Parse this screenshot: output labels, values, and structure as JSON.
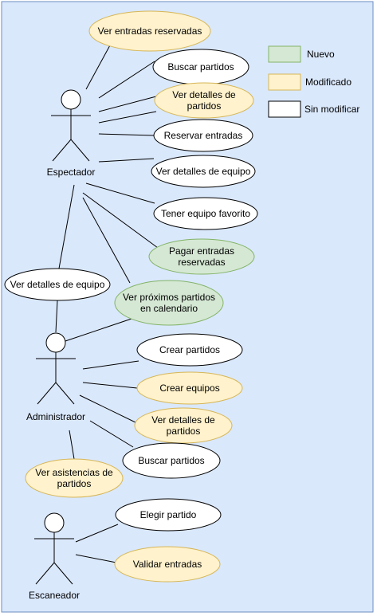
{
  "colors": {
    "background": "#dae8fc",
    "border": "#6c8ebf",
    "new_fill": "#d5e8d4",
    "new_stroke": "#82b366",
    "modified_fill": "#fff2cc",
    "modified_stroke": "#d6b656",
    "unchanged_fill": "#ffffff",
    "unchanged_stroke": "#000000"
  },
  "legend": {
    "new": "Nuevo",
    "modified": "Modificado",
    "unchanged": "Sin modificar"
  },
  "actors": {
    "spectator": "Espectador",
    "admin": "Administrador",
    "scanner": "Escaneador"
  },
  "use_cases": [
    {
      "id": "uc-ver-entradas-reservadas",
      "status": "modified",
      "lines": [
        "Ver entradas reservadas"
      ],
      "actor": "spectator"
    },
    {
      "id": "uc-buscar-partidos-espectador",
      "status": "unchanged",
      "lines": [
        "Buscar partidos"
      ],
      "actor": "spectator"
    },
    {
      "id": "uc-ver-detalles-partidos-espectador",
      "status": "modified",
      "lines": [
        "Ver detalles de",
        "partidos"
      ],
      "actor": "spectator"
    },
    {
      "id": "uc-reservar-entradas",
      "status": "unchanged",
      "lines": [
        "Reservar entradas"
      ],
      "actor": "spectator"
    },
    {
      "id": "uc-ver-detalles-equipo-espectador",
      "status": "unchanged",
      "lines": [
        "Ver detalles de equipo"
      ],
      "actor": "spectator"
    },
    {
      "id": "uc-tener-equipo-favorito",
      "status": "unchanged",
      "lines": [
        "Tener equipo favorito"
      ],
      "actor": "spectator"
    },
    {
      "id": "uc-pagar-entradas-reservadas",
      "status": "new",
      "lines": [
        "Pagar entradas",
        "reservadas"
      ],
      "actor": "spectator"
    },
    {
      "id": "uc-ver-detalles-equipo-shared",
      "status": "unchanged",
      "lines": [
        "Ver detalles de equipo"
      ],
      "actor": "spectator"
    },
    {
      "id": "uc-ver-proximos-partidos",
      "status": "new",
      "lines": [
        "Ver próximos partidos",
        "en calendario"
      ],
      "actor": "spectator"
    },
    {
      "id": "uc-crear-partidos",
      "status": "unchanged",
      "lines": [
        "Crear partidos"
      ],
      "actor": "admin"
    },
    {
      "id": "uc-crear-equipos",
      "status": "modified",
      "lines": [
        "Crear equipos"
      ],
      "actor": "admin"
    },
    {
      "id": "uc-ver-detalles-partidos-admin",
      "status": "modified",
      "lines": [
        "Ver detalles de",
        "partidos"
      ],
      "actor": "admin"
    },
    {
      "id": "uc-buscar-partidos-admin",
      "status": "unchanged",
      "lines": [
        "Buscar partidos"
      ],
      "actor": "admin"
    },
    {
      "id": "uc-ver-asistencias",
      "status": "modified",
      "lines": [
        "Ver asistencias de",
        "partidos"
      ],
      "actor": "admin"
    },
    {
      "id": "uc-elegir-partido",
      "status": "unchanged",
      "lines": [
        "Elegir partido"
      ],
      "actor": "scanner"
    },
    {
      "id": "uc-validar-entradas",
      "status": "modified",
      "lines": [
        "Validar entradas"
      ],
      "actor": "scanner"
    }
  ]
}
